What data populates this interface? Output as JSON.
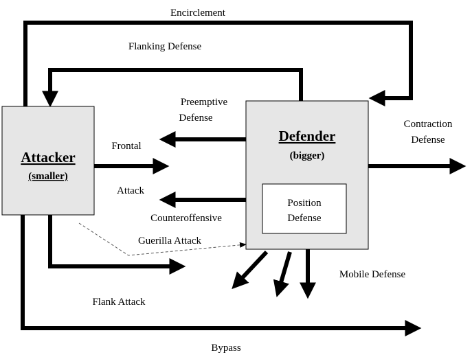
{
  "colors": {
    "box_fill": "#e6e6e6",
    "line": "#000000",
    "inner_box_fill": "#ffffff"
  },
  "attacker": {
    "title": "Attacker",
    "subtitle": "(smaller)"
  },
  "defender": {
    "title": "Defender",
    "subtitle": "(bigger)"
  },
  "position_defense": {
    "line1": "Position",
    "line2": "Defense"
  },
  "labels": {
    "encirclement": "Encirclement",
    "flanking_defense": "Flanking Defense",
    "preemptive_line1": "Preemptive",
    "preemptive_line2": "Defense",
    "contraction_line1": "Contraction",
    "contraction_line2": "Defense",
    "frontal": "Frontal",
    "attack": "Attack",
    "counteroffensive": "Counteroffensive",
    "guerilla_attack": "Guerilla Attack",
    "mobile_defense": "Mobile Defense",
    "flank_attack": "Flank Attack",
    "bypass": "Bypass"
  }
}
